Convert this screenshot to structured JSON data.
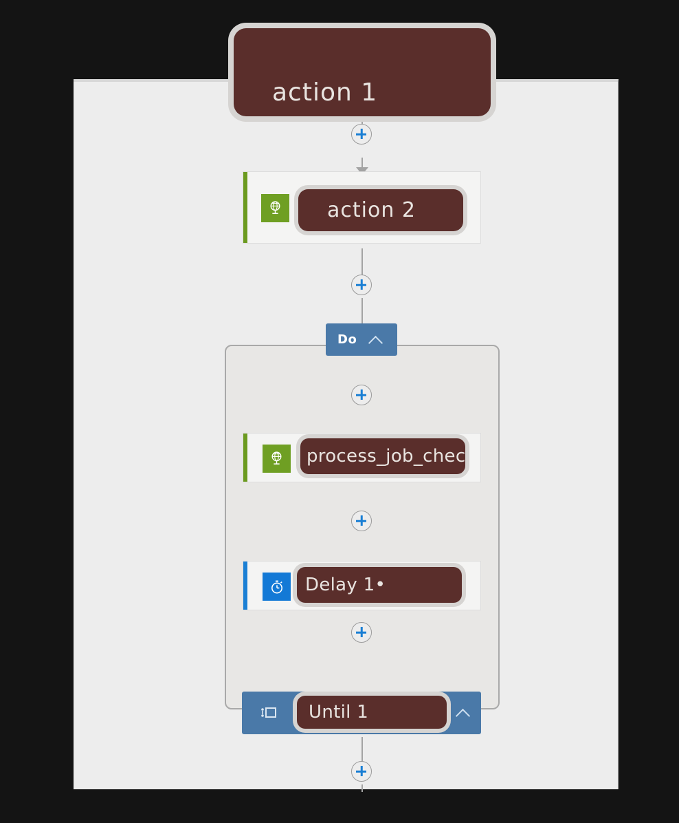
{
  "canvas": {
    "background_color": "#ededed",
    "page_background_color": "#141414"
  },
  "colors": {
    "redaction": "#5a2e2b",
    "redaction_outline": "#d6d4d2",
    "scope_header_blue": "#4a79a8",
    "http_icon_green": "#6f9f23",
    "accent_green": "#6b9a1f",
    "delay_icon_blue": "#1379d6",
    "accent_blue": "#1a7fd4",
    "plus_icon_blue": "#1a7fd4",
    "connector_gray": "#a3a3a3",
    "loop_border_gray": "#a9a9a9"
  },
  "workflow": {
    "nodes": [
      {
        "id": "action-1",
        "label": "action 1",
        "kind": "redacted-action",
        "icon": null
      },
      {
        "id": "action-2",
        "label": "action 2",
        "kind": "action-card",
        "icon": "http-globe-icon",
        "accent": "green"
      },
      {
        "id": "do-scope",
        "label": "Do",
        "kind": "scope-header",
        "collapse_icon": "chevron-up-icon"
      },
      {
        "id": "process-job-check",
        "label": "process_job_check",
        "kind": "action-card",
        "icon": "http-globe-icon",
        "accent": "green"
      },
      {
        "id": "delay-1",
        "label": "Delay 1•",
        "kind": "action-card",
        "icon": "stopwatch-icon",
        "accent": "blue"
      },
      {
        "id": "until-1",
        "label": "Until 1",
        "kind": "loop-footer",
        "icon": "loop-repeat-icon",
        "collapse_icon": "chevron-up-icon"
      }
    ],
    "add_buttons": [
      {
        "id": "add-step-1",
        "label": "+",
        "after": "action-1"
      },
      {
        "id": "add-step-2",
        "label": "+",
        "after": "action-2"
      },
      {
        "id": "add-step-3",
        "label": "+",
        "after": "do-scope"
      },
      {
        "id": "add-step-4",
        "label": "+",
        "after": "process-job-check"
      },
      {
        "id": "add-step-5",
        "label": "+",
        "after": "delay-1"
      },
      {
        "id": "add-step-6",
        "label": "+",
        "after": "until-1"
      }
    ]
  }
}
